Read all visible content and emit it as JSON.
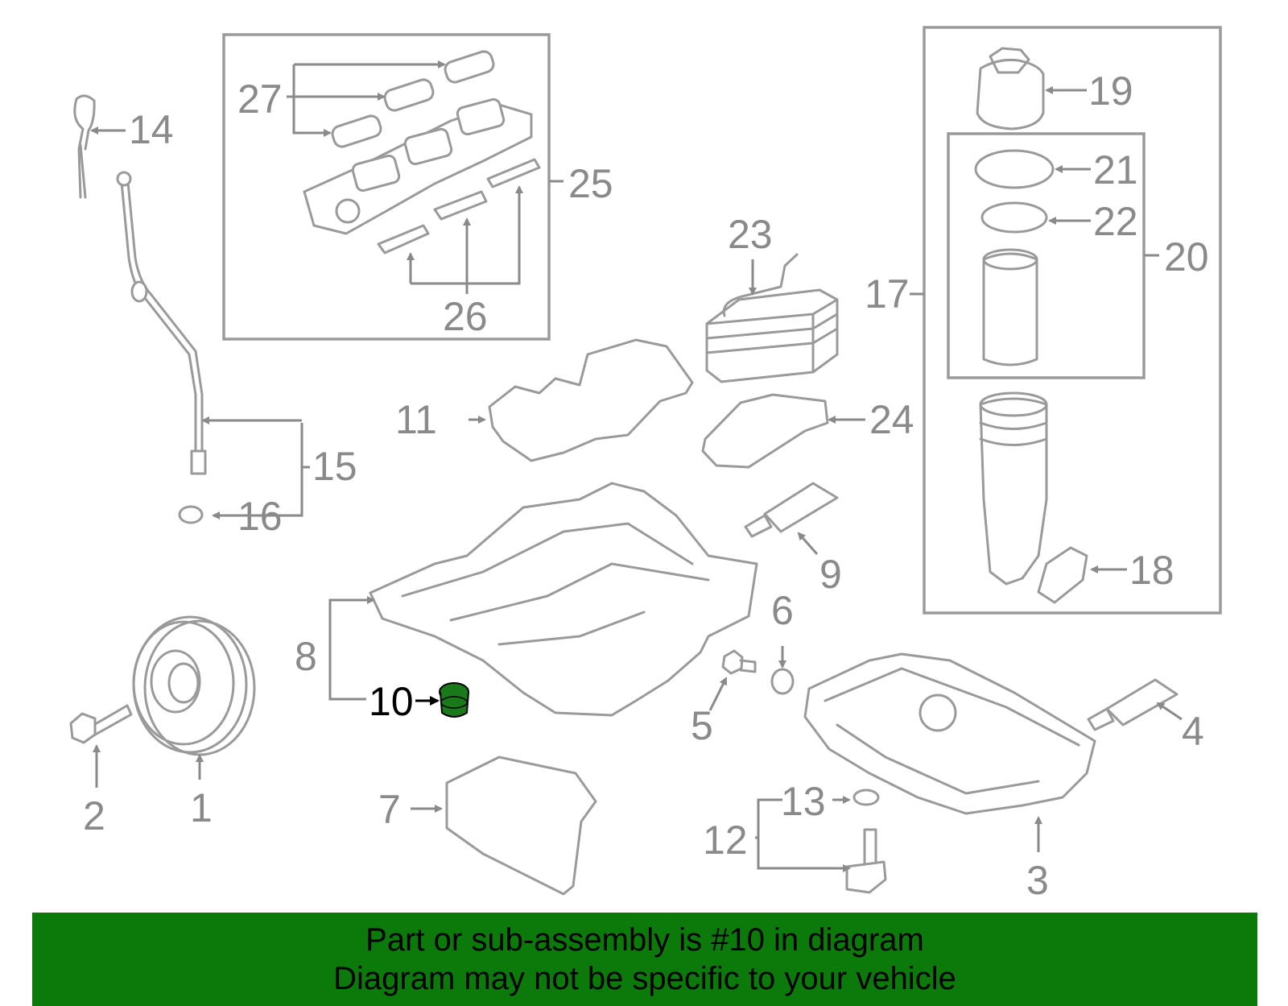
{
  "banner": {
    "line1": "Part or sub-assembly is #10 in diagram",
    "line2": "Diagram may not be specific to your vehicle",
    "color": "#0b7a0b"
  },
  "highlight": {
    "part_number": "10",
    "color": "#1a7a1a"
  },
  "callouts": {
    "c1": "1",
    "c2": "2",
    "c3": "3",
    "c4": "4",
    "c5": "5",
    "c6": "6",
    "c7": "7",
    "c8": "8",
    "c9": "9",
    "c10": "10",
    "c11": "11",
    "c12": "12",
    "c13": "13",
    "c14": "14",
    "c15": "15",
    "c16": "16",
    "c17": "17",
    "c18": "18",
    "c19": "19",
    "c20": "20",
    "c21": "21",
    "c22": "22",
    "c23": "23",
    "c24": "24",
    "c25": "25",
    "c26": "26",
    "c27": "27"
  }
}
